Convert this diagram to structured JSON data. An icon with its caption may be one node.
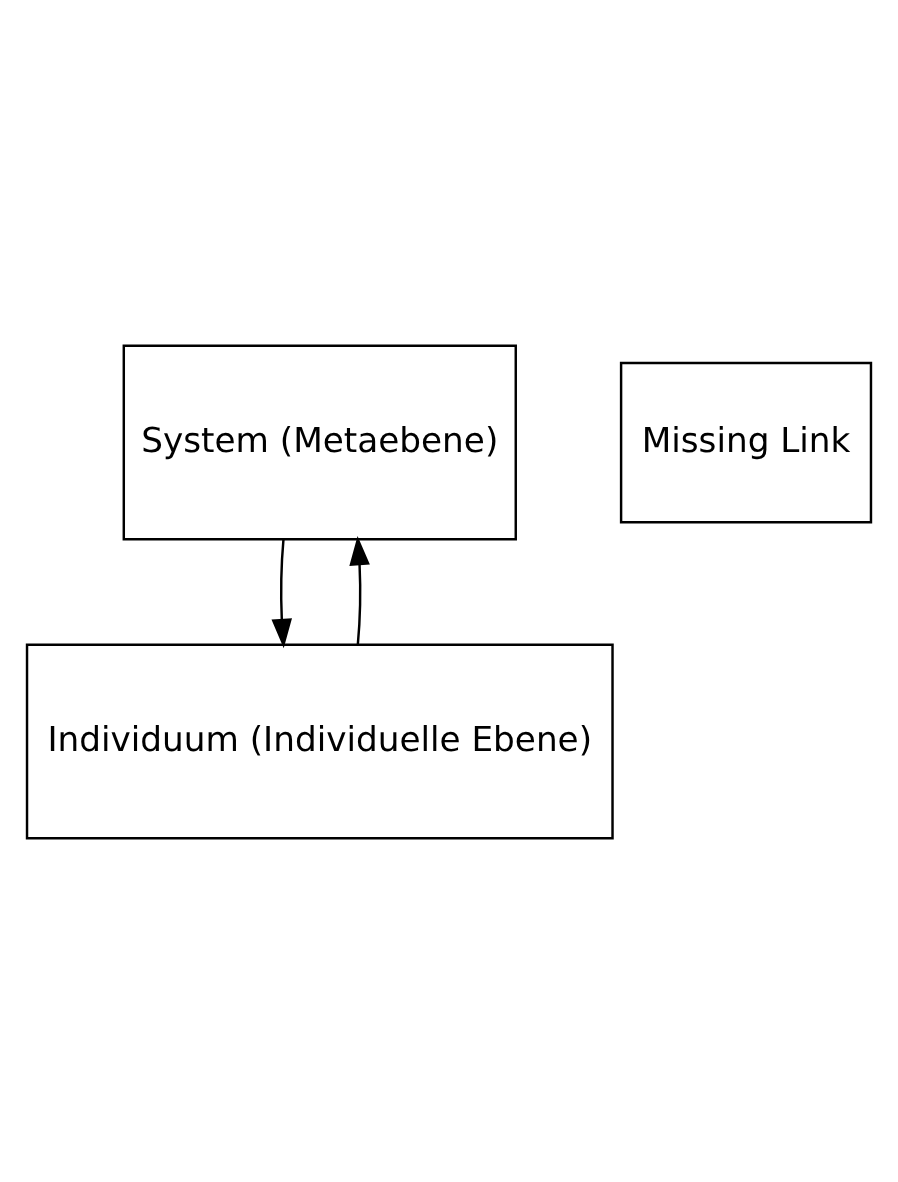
{
  "diagram": {
    "nodes": [
      {
        "text": [
          "System (Metaebene)"
        ]
      },
      {
        "text": [
          "Missing Link"
        ]
      },
      {
        "text": [
          "Individuum (Individuelle Ebene)"
        ]
      }
    ],
    "edges": [
      {
        "from": 0,
        "to": 2,
        "arrow": "to"
      },
      {
        "from": 2,
        "to": 0,
        "arrow": "to"
      }
    ]
  }
}
